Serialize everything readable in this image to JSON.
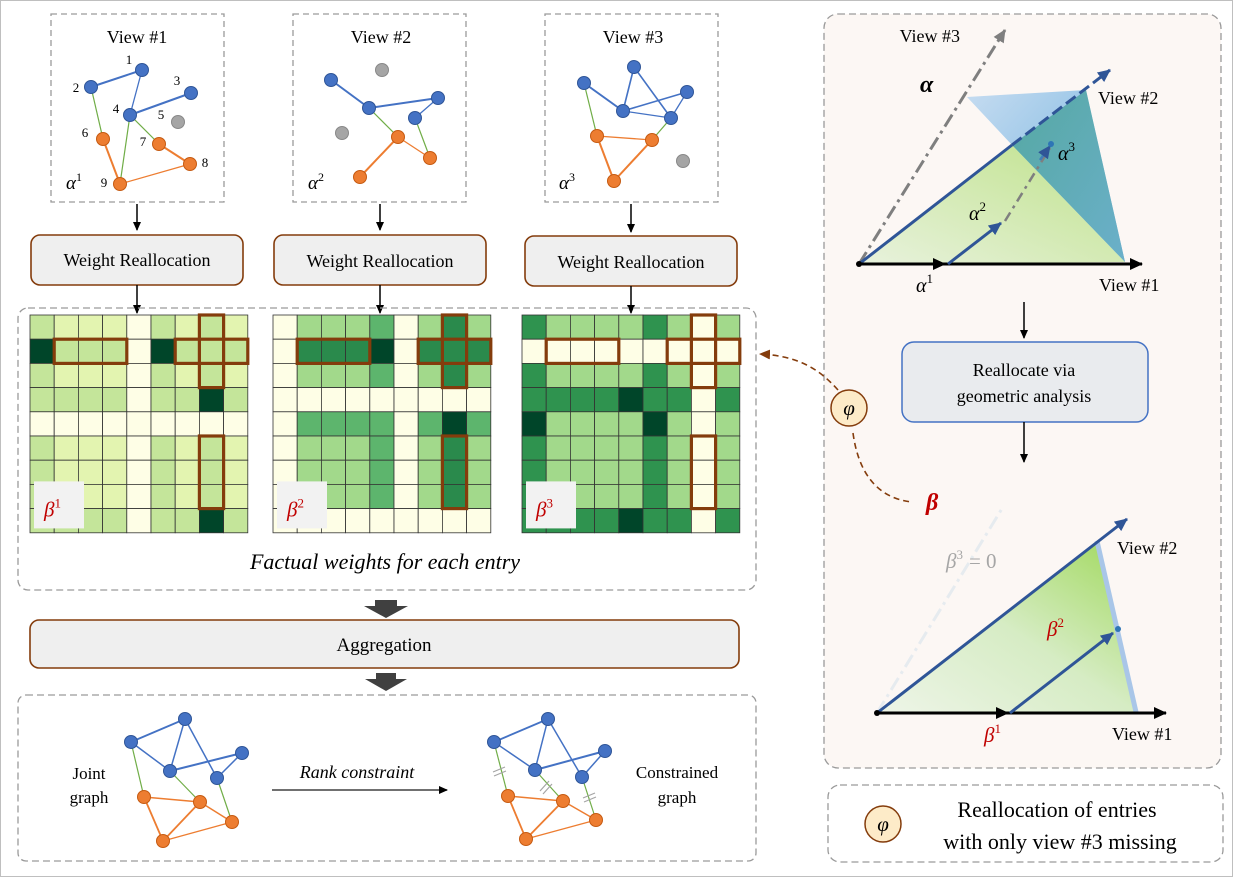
{
  "views": [
    {
      "title": "View #1",
      "alpha_label": "α",
      "alpha_sup": "1",
      "node_numbers": [
        "1",
        "2",
        "3",
        "4",
        "5",
        "6",
        "7",
        "8",
        "9"
      ]
    },
    {
      "title": "View #2",
      "alpha_label": "α",
      "alpha_sup": "2"
    },
    {
      "title": "View #3",
      "alpha_label": "α",
      "alpha_sup": "3"
    }
  ],
  "weight_reallocation_label": "Weight Reallocation",
  "matrices": [
    {
      "label": "β",
      "sup": "1",
      "palette": "light",
      "cells": [
        [
          1,
          0,
          0,
          0,
          -1,
          1,
          0,
          1,
          0
        ],
        [
          4,
          1,
          1,
          1,
          -1,
          4,
          1,
          1,
          1
        ],
        [
          1,
          0,
          0,
          0,
          -1,
          1,
          0,
          1,
          0
        ],
        [
          1,
          1,
          1,
          1,
          -1,
          1,
          1,
          4,
          1
        ],
        [
          -1,
          -1,
          -1,
          -1,
          -1,
          -1,
          -1,
          -1,
          -1
        ],
        [
          1,
          0,
          0,
          0,
          -1,
          1,
          0,
          1,
          0
        ],
        [
          1,
          0,
          0,
          0,
          -1,
          1,
          0,
          1,
          0
        ],
        [
          1,
          0,
          0,
          0,
          -1,
          1,
          0,
          1,
          0
        ],
        [
          1,
          1,
          1,
          1,
          -1,
          1,
          1,
          4,
          1
        ]
      ]
    },
    {
      "label": "β",
      "sup": "2",
      "palette": "mid",
      "cells": [
        [
          -1,
          1,
          1,
          1,
          2,
          -1,
          1,
          3,
          1
        ],
        [
          -1,
          3,
          3,
          3,
          4,
          -1,
          3,
          3,
          3
        ],
        [
          -1,
          1,
          1,
          1,
          2,
          -1,
          1,
          3,
          1
        ],
        [
          -1,
          -1,
          -1,
          -1,
          -1,
          -1,
          -1,
          -1,
          -1
        ],
        [
          -1,
          2,
          2,
          2,
          2,
          -1,
          2,
          4,
          2
        ],
        [
          -1,
          1,
          1,
          1,
          2,
          -1,
          1,
          3,
          1
        ],
        [
          -1,
          1,
          1,
          1,
          2,
          -1,
          1,
          3,
          1
        ],
        [
          -1,
          1,
          1,
          1,
          2,
          -1,
          1,
          3,
          1
        ],
        [
          -1,
          -1,
          -1,
          -1,
          -1,
          -1,
          -1,
          -1,
          -1
        ]
      ]
    },
    {
      "label": "β",
      "sup": "3",
      "palette": "dark",
      "cells": [
        [
          3,
          1,
          1,
          1,
          1,
          3,
          1,
          -1,
          1
        ],
        [
          -1,
          -1,
          -1,
          -1,
          -1,
          -1,
          -1,
          -1,
          -1
        ],
        [
          3,
          1,
          1,
          1,
          1,
          3,
          1,
          -1,
          1
        ],
        [
          3,
          3,
          3,
          3,
          4,
          3,
          3,
          -1,
          3
        ],
        [
          4,
          1,
          1,
          1,
          1,
          4,
          1,
          -1,
          1
        ],
        [
          3,
          1,
          1,
          1,
          1,
          3,
          1,
          -1,
          1
        ],
        [
          3,
          1,
          1,
          1,
          1,
          3,
          1,
          -1,
          1
        ],
        [
          3,
          1,
          1,
          1,
          1,
          3,
          1,
          -1,
          1
        ],
        [
          3,
          3,
          3,
          3,
          4,
          3,
          3,
          -1,
          3
        ]
      ]
    }
  ],
  "factual_weights_caption": "Factual weights for each entry",
  "aggregation_label": "Aggregation",
  "joint_graph_label": [
    "Joint",
    "graph"
  ],
  "rank_constraint_label": "Rank constraint",
  "constrained_graph_label": [
    "Constrained",
    "graph"
  ],
  "geometry_top": {
    "view1": "View #1",
    "view2": "View #2",
    "view3": "View #3",
    "alpha": "α",
    "alpha1": "α",
    "alpha1_sup": "1",
    "alpha2": "α",
    "alpha2_sup": "2",
    "alpha3": "α",
    "alpha3_sup": "3"
  },
  "reallocate_box": [
    "Reallocate via",
    "geometric analysis"
  ],
  "phi_symbol": "φ",
  "beta_symbol": "β",
  "geometry_bottom": {
    "view1": "View #1",
    "view2": "View #2",
    "beta3_zero": "β",
    "beta3_sup": "3",
    "beta3_eq": "= 0",
    "beta1": "β",
    "beta1_sup": "1",
    "beta2": "β",
    "beta2_sup": "2"
  },
  "legend": {
    "symbol": "φ",
    "line1": "Reallocation of entries",
    "line2": "with only view #3 missing"
  },
  "colors": {
    "blue_node": "#4472c4",
    "orange_node": "#ed7d31",
    "gray_node": "#a5a5a5",
    "green_edge": "#70ad47",
    "box_border": "#843c0c",
    "accent_red": "#c00000",
    "arrow_blue": "#2f5597",
    "panel_bg": "#fcf7f4"
  }
}
